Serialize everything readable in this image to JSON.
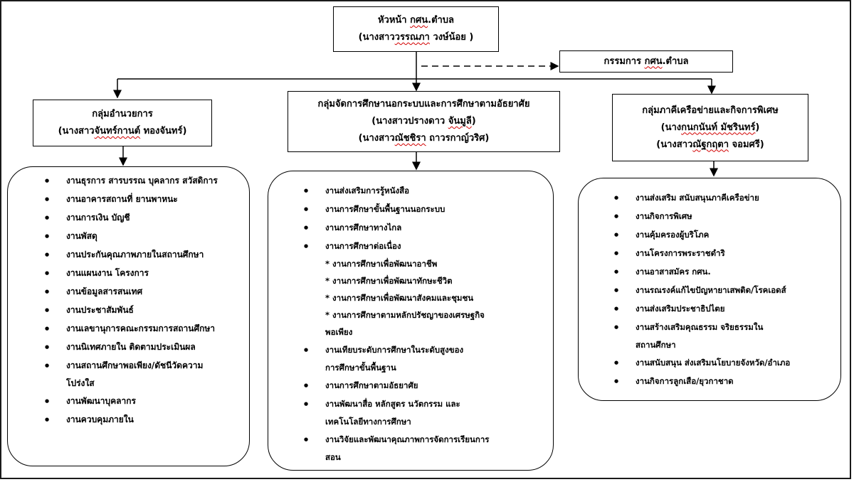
{
  "head": {
    "title_prefix": "หัวหน้า ",
    "title_abbr": "กศน",
    "title_suffix": ".ตำบล",
    "name_prefix": "(นางสาว",
    "name_given": "วรรณภา",
    "name_rest": " วงษ์น้อย )"
  },
  "committee": {
    "label_prefix": "กรรมการ ",
    "label_abbr": "กศน",
    "label_suffix": ".ตำบล"
  },
  "groups": {
    "admin": {
      "title": "กลุ่มอำนวยการ",
      "person1_prefix": "(นางสาว",
      "person1_given": "จันทร์กานต์",
      "person1_rest": " ทองจันทร์)",
      "items": [
        "งานธุรการ สารบรรณ บุคลากร สวัสดิการ",
        "งานอาคารสถานที่ ยานพาหนะ",
        "งานการเงิน บัญชี",
        "งานพัสดุ",
        "งานประกันคุณภาพภายในสถานศึกษา",
        "งานแผนงาน โครงการ",
        "งานข้อมูลสารสนเทศ",
        "งานประชาสัมพันธ์",
        "งานเลขานุการคณะกรรมการสถานศึกษา",
        "งานนิเทศภายใน ติดตามประเมินผล",
        "งานสถานศึกษาพอเพียง/ดัชนีวัดความ",
        "โปร่งใส",
        "งานพัฒนาบุคลากร",
        "งานควบคุมภายใน"
      ]
    },
    "education": {
      "title": "กลุ่มจัดการศึกษานอกระบบและการศึกษาตามอัธยาศัย",
      "person1_prefix": "(นางสาวปรางดาว ",
      "person1_given": "จันมูลี",
      "person1_rest": ")",
      "person2_prefix": "(นางสาว",
      "person2_given": "ณัชชิรา",
      "person2_rest": " ถาวรกาญ์วริศ)",
      "items": [
        "งานส่งเสริมการรู้หนังสือ",
        "งานการศึกษาขั้นพื้นฐานนอกระบบ",
        "งานการศึกษาทางไกล",
        "งานการศึกษาต่อเนื่อง",
        "* งานการศึกษาเพื่อพัฒนาอาชีพ",
        "* งานการศึกษาเพื่อพัฒนาทักษะชีวิต",
        "* งานการศึกษาเพื่อพัฒนาสังคมและชุมชน",
        "* งานการศึกษาตามหลักปรัชญาของเศรษฐกิจ",
        "พอเพียง",
        "งานเทียบระดับการศึกษาในระดับสูงของ",
        "การศึกษาขั้นพื้นฐาน",
        "งานการศึกษาตามอัธยาศัย",
        "งานพัฒนาสื่อ หลักสูตร นวัตกรรม และ",
        "เทคโนโลยีทางการศึกษา",
        "งานวิจัยและพัฒนาคุณภาพการจัดการเรียนการ",
        "สอน"
      ]
    },
    "network": {
      "title": "กลุ่มภาคีเครือข่ายและกิจการพิเศษ",
      "person1_prefix": "(นาง",
      "person1_given": "กนกนันท์ มัชรินทร์",
      "person1_rest": ")",
      "person2_prefix": "(นางสาว",
      "person2_given": "ณัฐกฤตา",
      "person2_rest": " จอมศรี)",
      "items": [
        "งานส่งเสริม สนับสนุนภาคีเครือข่าย",
        "งานกิจการพิเศษ",
        "งานคุ้มครองผู้บริโภค",
        "งานโครงการพระราชดำริ",
        "งานอาสาสมัคร กศน.",
        "งานรณรงค์แก้ไขปัญหายาเสพติด/โรคเอดส์",
        "งานส่งเสริมประชาธิปไตย",
        "งานสร้างเสริมคุณธรรม จริยธรรมใน",
        "สถานศึกษา",
        "งานสนับสนุน ส่งเสริมนโยบายจังหวัด/อำเภอ",
        "งานกิจการลูกเสือ/ยุวกาชาด"
      ]
    }
  }
}
